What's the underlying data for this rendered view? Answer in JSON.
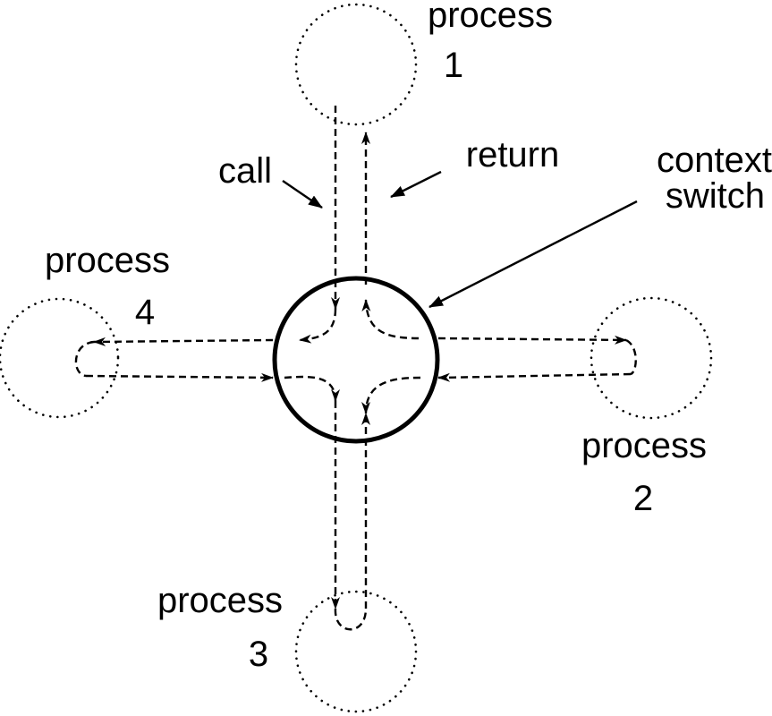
{
  "processes": [
    {
      "word": "process",
      "number": "1"
    },
    {
      "word": "process",
      "number": "2"
    },
    {
      "word": "process",
      "number": "3"
    },
    {
      "word": "process",
      "number": "4"
    }
  ],
  "annotations": {
    "call": "call",
    "return": "return",
    "context_line1": "context",
    "context_line2": "switch"
  }
}
